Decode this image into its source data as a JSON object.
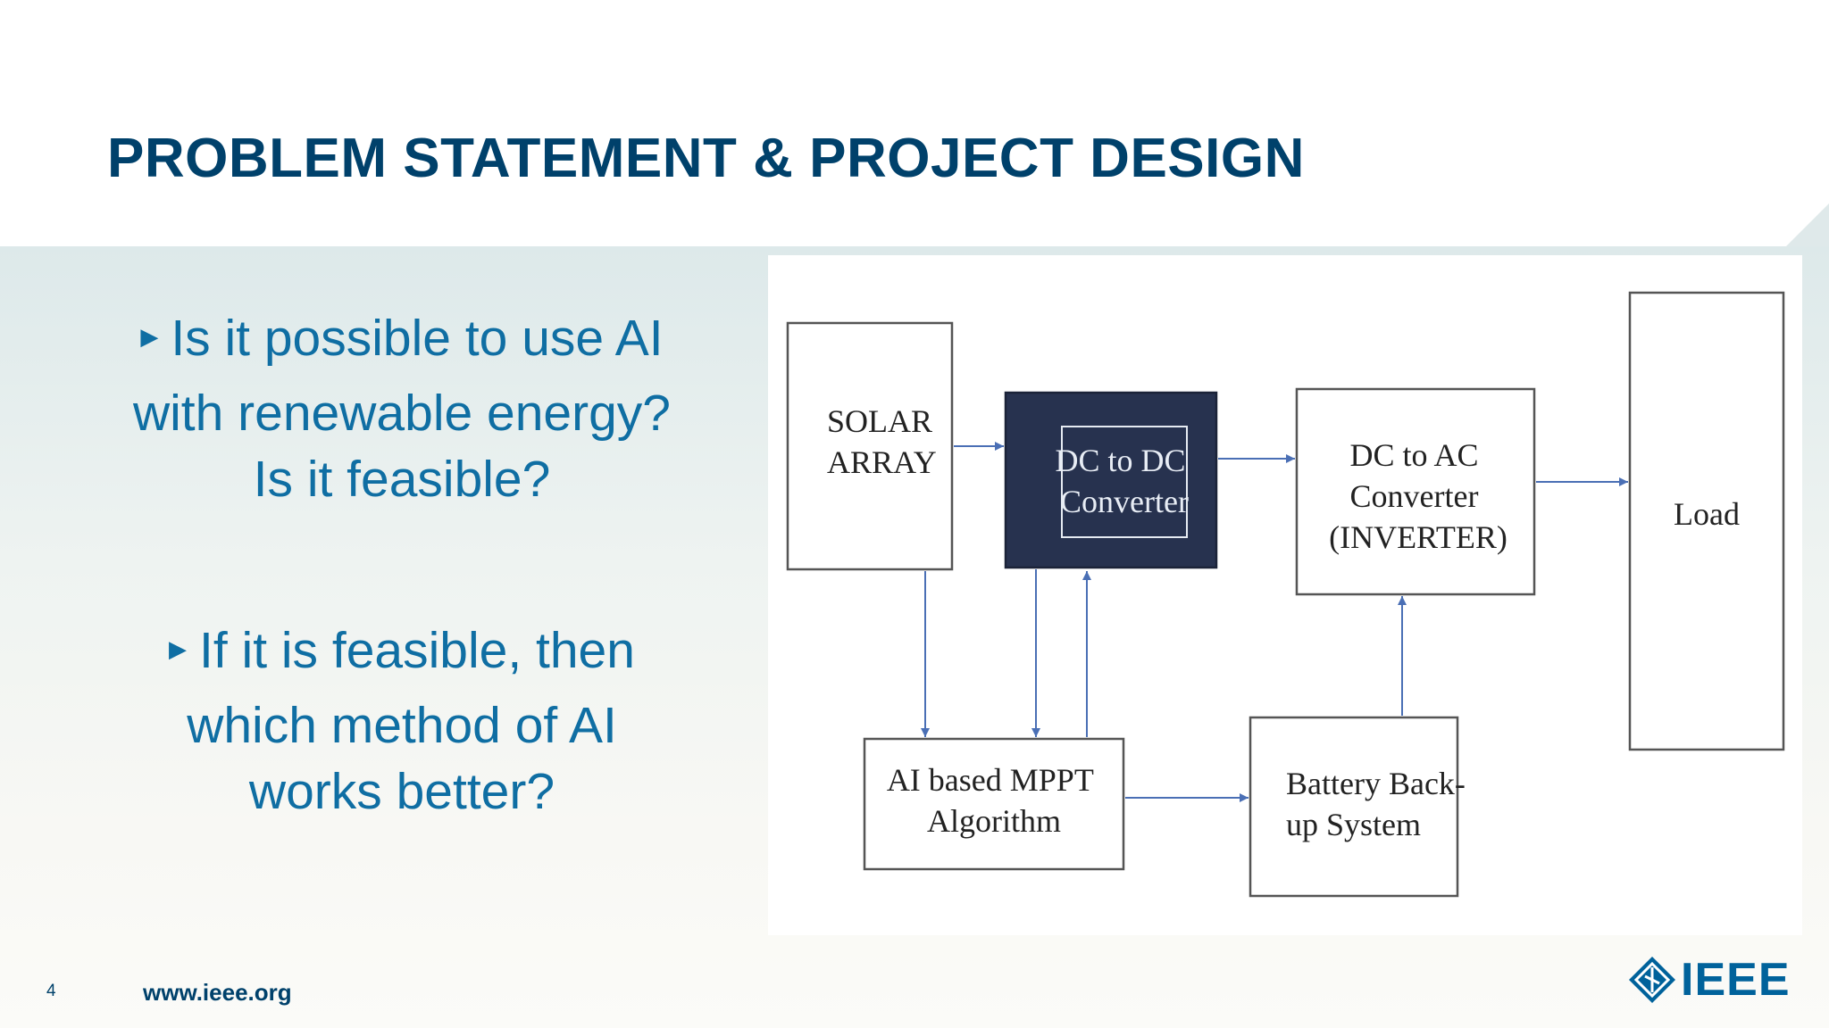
{
  "slide": {
    "title": "PROBLEM STATEMENT & PROJECT DESIGN",
    "page_number": "4",
    "footer_url": "www.ieee.org",
    "logo_text": "IEEE"
  },
  "bullets": [
    {
      "lines": [
        "Is it possible to use AI",
        "with renewable energy?",
        "Is it feasible?"
      ]
    },
    {
      "lines": [
        "If it is feasible, then",
        "which method of AI",
        "works better?"
      ]
    }
  ],
  "diagram": {
    "solar_array": [
      "SOLAR",
      "ARRAY"
    ],
    "dc_dc": [
      "DC to DC",
      "Converter"
    ],
    "dc_ac": [
      "DC to AC",
      "Converter",
      "(INVERTER)"
    ],
    "load": "Load",
    "mppt": [
      "AI based MPPT",
      "Algorithm"
    ],
    "battery": [
      "Battery Back-",
      "up System"
    ]
  },
  "colors": {
    "title": "#00416b",
    "bullet_text": "#0f6ea3",
    "dc_dc_fill": "#27324f",
    "arrow": "#4a6fb5",
    "box_border": "#555555"
  }
}
